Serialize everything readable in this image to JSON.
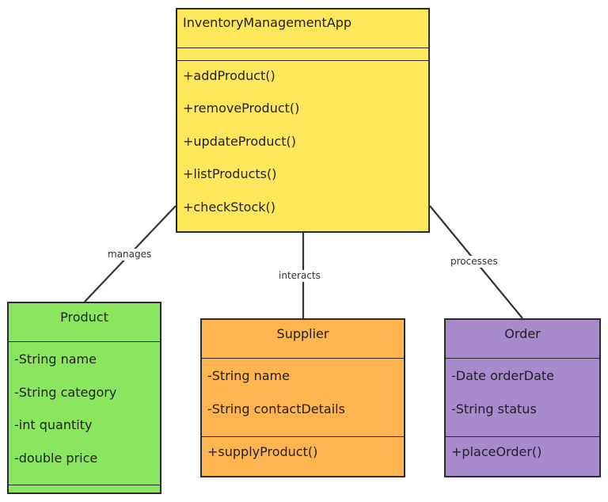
{
  "diagram": {
    "classes": {
      "main": {
        "name": "InventoryManagementApp",
        "attributes": [],
        "methods": [
          "+addProduct()",
          "+removeProduct()",
          "+updateProduct()",
          "+listProducts()",
          "+checkStock()"
        ],
        "color": "#ffe75c"
      },
      "product": {
        "name": "Product",
        "attributes": [
          "-String name",
          "-String category",
          "-int quantity",
          "-double price"
        ],
        "methods": [],
        "color": "#8ae65e"
      },
      "supplier": {
        "name": "Supplier",
        "attributes": [
          "-String name",
          "-String contactDetails"
        ],
        "methods": [
          "+supplyProduct()"
        ],
        "color": "#ffb54f"
      },
      "order": {
        "name": "Order",
        "attributes": [
          "-Date orderDate",
          "-String status"
        ],
        "methods": [
          "+placeOrder()"
        ],
        "color": "#a68acc"
      }
    },
    "relations": [
      {
        "from": "InventoryManagementApp",
        "to": "Product",
        "label": "manages"
      },
      {
        "from": "InventoryManagementApp",
        "to": "Supplier",
        "label": "interacts"
      },
      {
        "from": "InventoryManagementApp",
        "to": "Order",
        "label": "processes"
      }
    ],
    "line_color": "#333333",
    "border_color": "#2b2b2b"
  }
}
